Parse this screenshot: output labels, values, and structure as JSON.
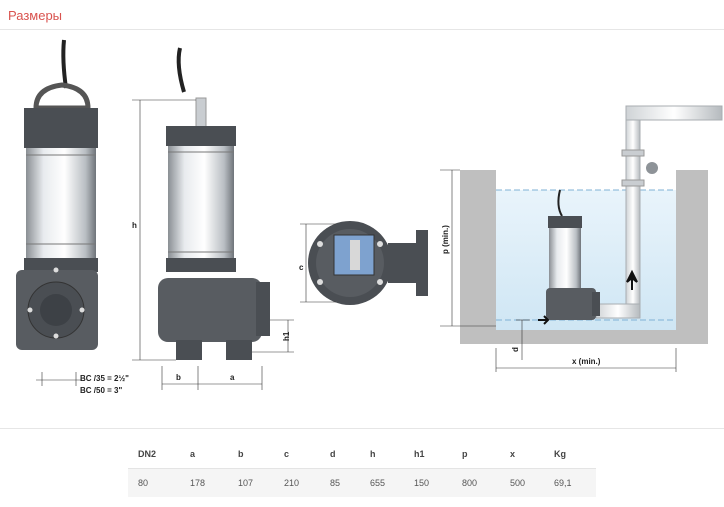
{
  "section": {
    "title": "Размеры"
  },
  "diagram": {
    "labels": {
      "h": "h",
      "b": "b",
      "a": "a",
      "h1": "h1",
      "c": "c",
      "p": "p (min.)",
      "d": "d",
      "x": "x (min.)",
      "bc35": "BC /35 = 2½\"",
      "bc50": "BC /50 = 3\""
    }
  },
  "table": {
    "headers": [
      "DN2",
      "a",
      "b",
      "c",
      "d",
      "h",
      "h1",
      "p",
      "x",
      "Kg"
    ],
    "row": [
      "80",
      "178",
      "107",
      "210",
      "85",
      "655",
      "150",
      "800",
      "500",
      "69,1"
    ]
  }
}
